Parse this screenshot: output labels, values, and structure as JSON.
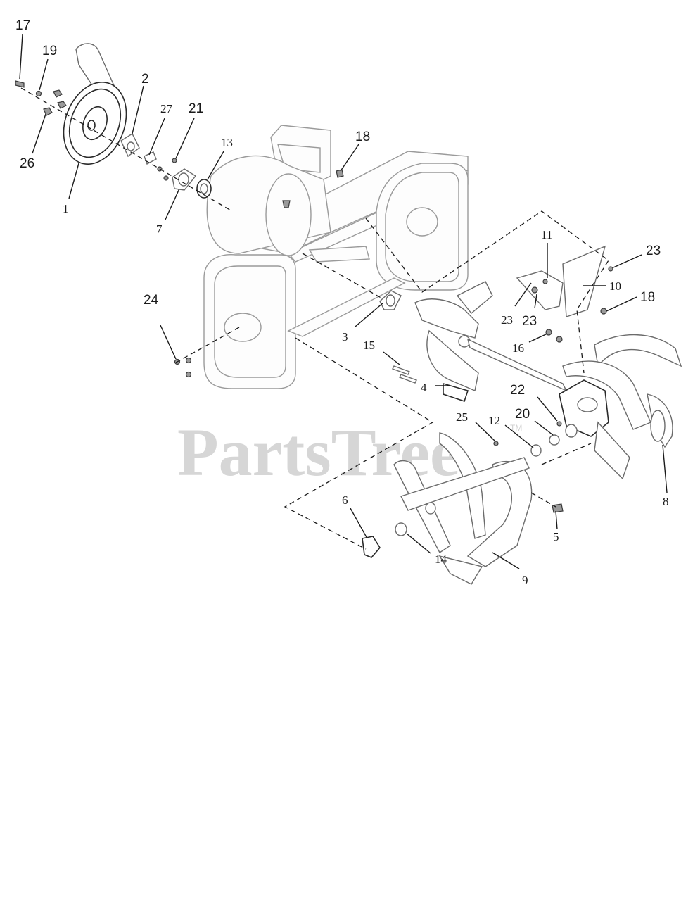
{
  "watermark": {
    "text": "PartsTree",
    "tm": "TM"
  },
  "callouts": [
    {
      "id": "17",
      "font": "sans"
    },
    {
      "id": "19",
      "font": "sans"
    },
    {
      "id": "2",
      "font": "sans"
    },
    {
      "id": "27",
      "font": "serif"
    },
    {
      "id": "21",
      "font": "sans"
    },
    {
      "id": "13",
      "font": "serif"
    },
    {
      "id": "26",
      "font": "sans"
    },
    {
      "id": "1",
      "font": "serif"
    },
    {
      "id": "7",
      "font": "serif"
    },
    {
      "id": "18",
      "font": "sans"
    },
    {
      "id": "11",
      "font": "serif"
    },
    {
      "id": "23",
      "font": "sans"
    },
    {
      "id": "10",
      "font": "serif"
    },
    {
      "id": "23",
      "font": "serif"
    },
    {
      "id": "23",
      "font": "sans"
    },
    {
      "id": "18",
      "font": "sans"
    },
    {
      "id": "16",
      "font": "serif"
    },
    {
      "id": "24",
      "font": "sans"
    },
    {
      "id": "3",
      "font": "serif"
    },
    {
      "id": "15",
      "font": "serif"
    },
    {
      "id": "4",
      "font": "serif"
    },
    {
      "id": "22",
      "font": "sans"
    },
    {
      "id": "20",
      "font": "sans"
    },
    {
      "id": "25",
      "font": "serif"
    },
    {
      "id": "12",
      "font": "serif"
    },
    {
      "id": "8",
      "font": "serif"
    },
    {
      "id": "6",
      "font": "serif"
    },
    {
      "id": "5",
      "font": "serif"
    },
    {
      "id": "14",
      "font": "serif"
    },
    {
      "id": "9",
      "font": "serif"
    }
  ]
}
